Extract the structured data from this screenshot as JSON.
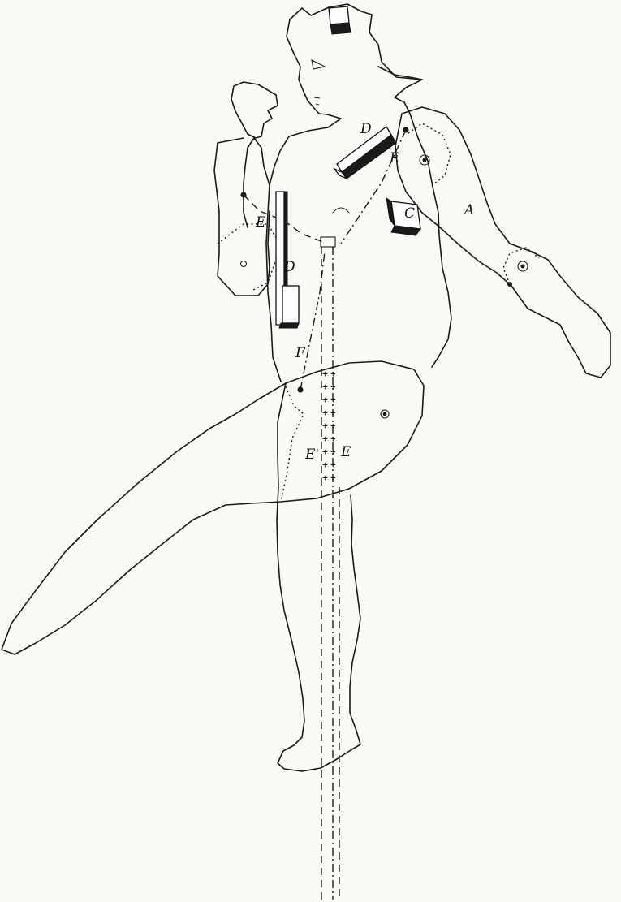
{
  "labels": {
    "A": "A",
    "C": "C",
    "D_top": "D",
    "D_left": "D",
    "E_shoulder": "E",
    "E_prime_arm": "E'",
    "F": "F",
    "E_prime_leg": "E'",
    "E_leg": "E"
  },
  "plus_marks": [
    "+",
    "+",
    "+",
    "+",
    "+",
    "+",
    "+",
    "+",
    "+",
    "+",
    "+",
    "+",
    "+",
    "+",
    "+",
    "+",
    "+",
    "+"
  ],
  "colors": {
    "ink": "#1a1a1a",
    "paper": "#fafaf7"
  }
}
